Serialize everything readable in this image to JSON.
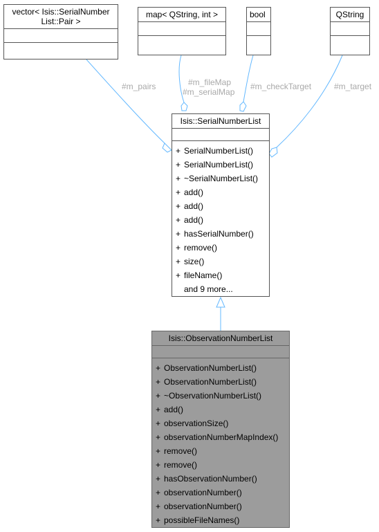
{
  "boxes": {
    "vector": {
      "title": "vector< Isis::SerialNumber\nList::Pair >"
    },
    "map": {
      "title": "map< QString, int >"
    },
    "bool": {
      "title": "bool"
    },
    "qstring": {
      "title": "QString"
    },
    "serial": {
      "title": "Isis::SerialNumberList",
      "methods": [
        "SerialNumberList()",
        "SerialNumberList()",
        "~SerialNumberList()",
        "add()",
        "add()",
        "add()",
        "hasSerialNumber()",
        "remove()",
        "size()",
        "fileName()"
      ],
      "more": "and 9 more..."
    },
    "observation": {
      "title": "Isis::ObservationNumberList",
      "methods": [
        "ObservationNumberList()",
        "ObservationNumberList()",
        "~ObservationNumberList()",
        "add()",
        "observationSize()",
        "observationNumberMapIndex()",
        "remove()",
        "remove()",
        "hasObservationNumber()",
        "observationNumber()",
        "observationNumber()",
        "possibleFileNames()"
      ]
    }
  },
  "edge_labels": {
    "m_pairs": "#m_pairs",
    "m_fileMap": "#m_fileMap",
    "m_serialMap": "#m_serialMap",
    "m_checkTarget": "#m_checkTarget",
    "m_target": "#m_target"
  },
  "visibility_symbol": "+",
  "colors": {
    "edge": "#63b8ff",
    "label": "#a9a9a9",
    "highlight_box": "#9c9c9c",
    "border": "#555555"
  }
}
